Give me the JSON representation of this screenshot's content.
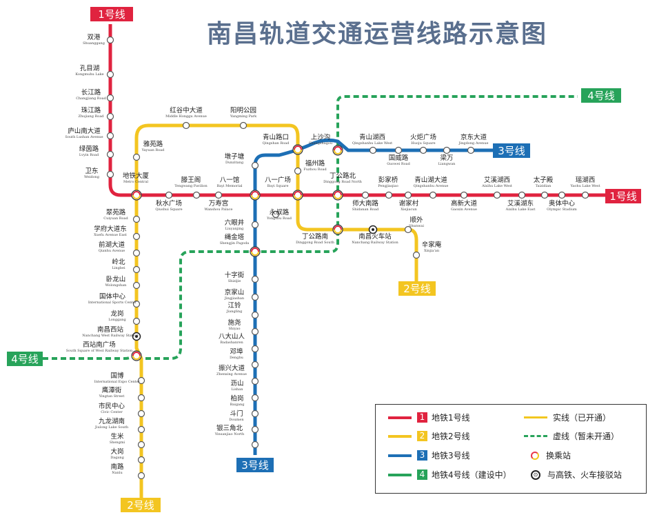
{
  "title": "南昌轨道交通运营线路示意图",
  "colors": {
    "line1": "#e0233f",
    "line2": "#f3c521",
    "line3": "#1d6fb5",
    "line4": "#27a35a"
  },
  "line_tags": [
    {
      "id": "tag-1-top",
      "text": "1号线",
      "color": "line1"
    },
    {
      "id": "tag-1-right",
      "text": "1号线",
      "color": "line1"
    },
    {
      "id": "tag-2-bottom",
      "text": "2号线",
      "color": "line2"
    },
    {
      "id": "tag-2-right",
      "text": "2号线",
      "color": "line2"
    },
    {
      "id": "tag-3-top",
      "text": "3号线",
      "color": "line3"
    },
    {
      "id": "tag-3-bottom",
      "text": "3号线",
      "color": "line3"
    },
    {
      "id": "tag-4-top",
      "text": "4号线",
      "color": "line4"
    },
    {
      "id": "tag-4-left",
      "text": "4号线",
      "color": "line4"
    }
  ],
  "stations": [
    {
      "zh": "双港",
      "en": "Shuanggang"
    },
    {
      "zh": "孔目湖",
      "en": "Kongmuhu Lake"
    },
    {
      "zh": "长江路",
      "en": "Changjiang Road"
    },
    {
      "zh": "珠江路",
      "en": "Zhujiang Road"
    },
    {
      "zh": "庐山南大道",
      "en": "South Lushan Avenue"
    },
    {
      "zh": "绿茵路",
      "en": "Lvyin Road"
    },
    {
      "zh": "卫东",
      "en": "Weidong"
    },
    {
      "zh": "地铁大厦",
      "en": "Metro Central"
    },
    {
      "zh": "秋水广场",
      "en": "Qiushui Square"
    },
    {
      "zh": "滕王阁",
      "en": "Tengwang Pavilion"
    },
    {
      "zh": "万寿宫",
      "en": "Wanshou Palace"
    },
    {
      "zh": "八一馆",
      "en": "Bayi Memorial"
    },
    {
      "zh": "八一广场",
      "en": "Bayi Square"
    },
    {
      "zh": "丁公路北",
      "en": "Dinggong Road North"
    },
    {
      "zh": "师大南路",
      "en": "Shidanan Road"
    },
    {
      "zh": "彭家桥",
      "en": "Pengjiaqiao"
    },
    {
      "zh": "谢家村",
      "en": "Xiejiacun"
    },
    {
      "zh": "青山湖大道",
      "en": "Qingshanhu Avenue"
    },
    {
      "zh": "高新大道",
      "en": "Gaoxin Avenue"
    },
    {
      "zh": "艾溪湖西",
      "en": "Aixihu Lake West"
    },
    {
      "zh": "艾溪湖东",
      "en": "Aixihu Lake East"
    },
    {
      "zh": "太子殿",
      "en": "Taizidian"
    },
    {
      "zh": "奥体中心",
      "en": "Olympic Stadium"
    },
    {
      "zh": "瑶湖西",
      "en": "Yaohu Lake West"
    },
    {
      "zh": "雅苑路",
      "en": "Yayuan Road"
    },
    {
      "zh": "红谷中大道",
      "en": "Middle Honggu Avenue"
    },
    {
      "zh": "阳明公园",
      "en": "Yangming Park"
    },
    {
      "zh": "青山路口",
      "en": "Qingshan Road"
    },
    {
      "zh": "福州路",
      "en": "Fuzhou Road"
    },
    {
      "zh": "永叔路",
      "en": "Yongshu Road"
    },
    {
      "zh": "丁公路南",
      "en": "Dinggong Road South"
    },
    {
      "zh": "南昌火车站",
      "en": "Nanchang Railway Station"
    },
    {
      "zh": "顺外",
      "en": "Shunwai"
    },
    {
      "zh": "辛家庵",
      "en": "Xinjia'an"
    },
    {
      "zh": "翠苑路",
      "en": "Cuiyuan Road"
    },
    {
      "zh": "学府大道东",
      "en": "Xuefu Avenue East"
    },
    {
      "zh": "前湖大道",
      "en": "Qianhu Avenue"
    },
    {
      "zh": "岭北",
      "en": "Lingbei"
    },
    {
      "zh": "卧龙山",
      "en": "Wolongshan"
    },
    {
      "zh": "国体中心",
      "en": "International Sports Center"
    },
    {
      "zh": "龙岗",
      "en": "Longgang"
    },
    {
      "zh": "南昌西站",
      "en": "Nanchang West Railway Station"
    },
    {
      "zh": "西站南广场",
      "en": "South Square of West Railway Station"
    },
    {
      "zh": "国博",
      "en": "International Expo Center"
    },
    {
      "zh": "鹰潭街",
      "en": "Yingtan Street"
    },
    {
      "zh": "市民中心",
      "en": "Civic Center"
    },
    {
      "zh": "九龙湖南",
      "en": "Jiulong Lake South"
    },
    {
      "zh": "生米",
      "en": "Shengmi"
    },
    {
      "zh": "大岗",
      "en": "Dagang"
    },
    {
      "zh": "南路",
      "en": "Nanlu"
    },
    {
      "zh": "上沙沟",
      "en": "Shangshagou"
    },
    {
      "zh": "青山湖西",
      "en": "Qingshanhu Lake West"
    },
    {
      "zh": "国威路",
      "en": "Guowei Road"
    },
    {
      "zh": "火炬广场",
      "en": "Huoju Square"
    },
    {
      "zh": "梁万",
      "en": "Liangwan"
    },
    {
      "zh": "京东大道",
      "en": "Jingdong Avenue"
    },
    {
      "zh": "墩子塘",
      "en": "Dunzitang"
    },
    {
      "zh": "六眼井",
      "en": "Liuyanjing"
    },
    {
      "zh": "绳金塔",
      "en": "Shengjin Pagoda"
    },
    {
      "zh": "十字街",
      "en": "Shizijie"
    },
    {
      "zh": "京家山",
      "en": "Jingjiashan"
    },
    {
      "zh": "江铃",
      "en": "Jiangling"
    },
    {
      "zh": "施尧",
      "en": "Shiyao"
    },
    {
      "zh": "八大山人",
      "en": "Badashanren"
    },
    {
      "zh": "邓埠",
      "en": "Dengbu"
    },
    {
      "zh": "振兴大道",
      "en": "Zhenxing Avenue"
    },
    {
      "zh": "沥山",
      "en": "Lishan"
    },
    {
      "zh": "柏岗",
      "en": "Baigang"
    },
    {
      "zh": "斗门",
      "en": "Doumen"
    },
    {
      "zh": "银三角北",
      "en": "Yinsanjiao North"
    }
  ],
  "legend": {
    "rows": [
      {
        "num": "1",
        "label": "地铁1号线",
        "color": "line1"
      },
      {
        "num": "2",
        "label": "地铁2号线",
        "color": "line2"
      },
      {
        "num": "3",
        "label": "地铁3号线",
        "color": "line3"
      },
      {
        "num": "4",
        "label": "地铁4号线（建设中）",
        "color": "line4"
      }
    ],
    "solid_label": "实线（已开通）",
    "dashed_label": "虚线（暂未开通）",
    "transfer_label": "换乘站",
    "rail_label": "与高铁、火车接驳站"
  }
}
